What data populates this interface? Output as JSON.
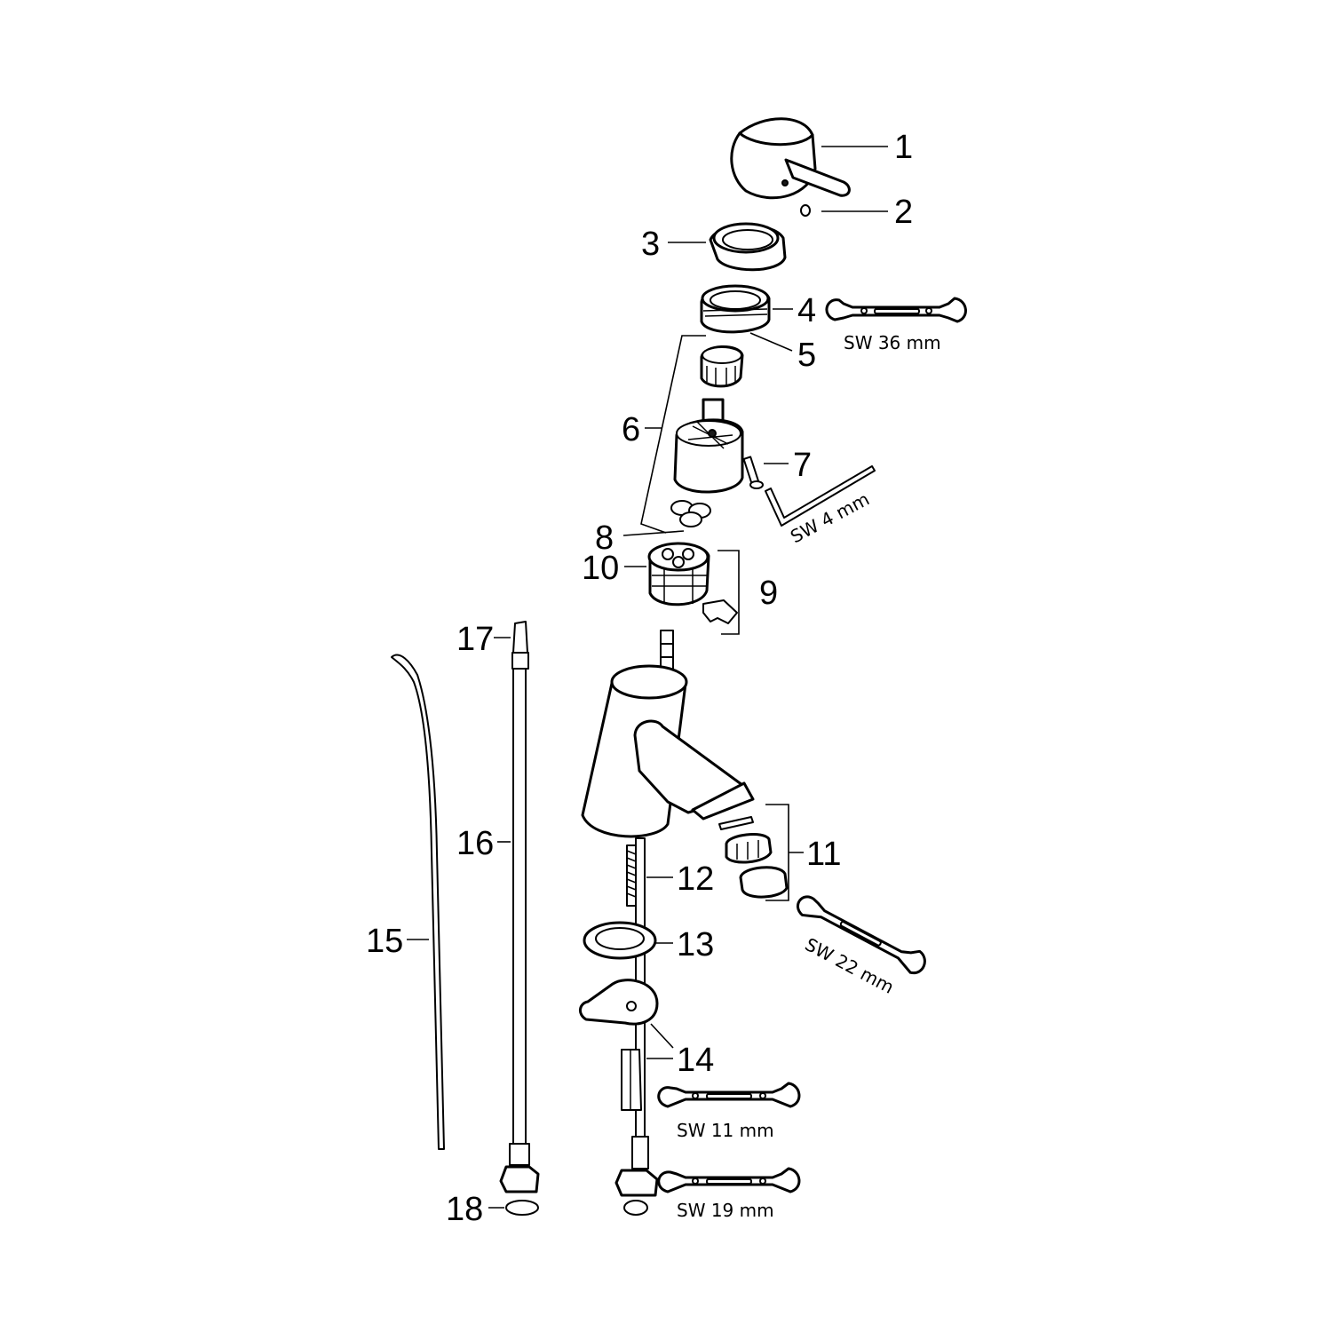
{
  "callouts": {
    "c1": "1",
    "c2": "2",
    "c3": "3",
    "c4": "4",
    "c5": "5",
    "c6": "6",
    "c7": "7",
    "c8": "8",
    "c9": "9",
    "c10": "10",
    "c11": "11",
    "c12": "12",
    "c13": "13",
    "c14": "14",
    "c15": "15",
    "c16": "16",
    "c17": "17",
    "c18": "18"
  },
  "tools": {
    "sw36": "SW 36 mm",
    "sw4": "SW 4 mm",
    "sw22": "SW 22 mm",
    "sw11": "SW 11 mm",
    "sw19": "SW 19 mm"
  }
}
